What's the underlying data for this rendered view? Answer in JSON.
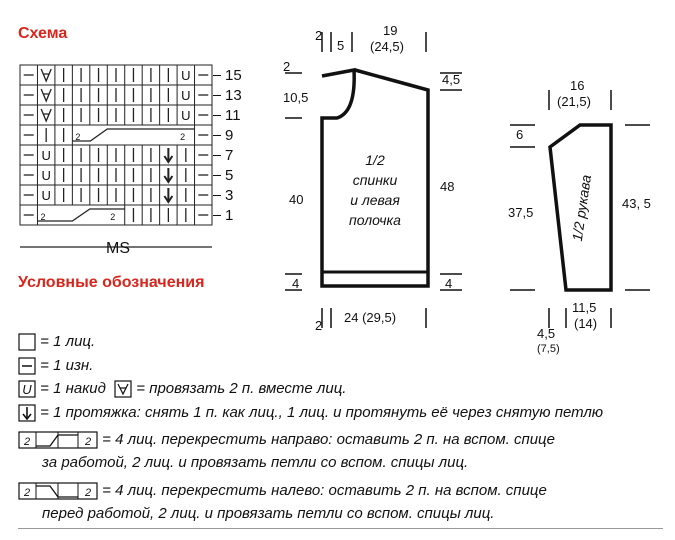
{
  "scheme": {
    "title": "Схема",
    "pattern_label": "MS",
    "row_numbers": [
      "15",
      "13",
      "11",
      "9",
      "7",
      "5",
      "3",
      "1"
    ],
    "cable_count": "2"
  },
  "legend": {
    "title": "Условные обозначения",
    "knit": "= 1 лиц.",
    "purl": "= 1 изн.",
    "yarn_over_symbol": "U",
    "yarn_over": "= 1 накид",
    "k2tog": "= провязать 2 п. вместе лиц.",
    "pull_through": "= 1 протяжка: снять 1 п. как лиц., 1 лиц. и протянуть её через снятую петлю",
    "cross_right_line1": "= 4 лиц. перекрестить направо: оставить 2 п. на вспом. спице",
    "cross_right_line2": "за работой, 2 лиц. и провязать петли со вспом. спицы лиц.",
    "cross_left_line1": "= 4 лиц. перекрестить налево: оставить 2 п. на вспом. спице",
    "cross_left_line2": "перед работой, 2 лиц. и провязать петли со вспом. спицы лиц."
  },
  "back_piece": {
    "label_line1": "1/2",
    "label_line2": "спинки",
    "label_line3": "и левая",
    "label_line4": "полочка",
    "top_neck_a": "2",
    "top_neck_b": "5",
    "top_shoulder": "19",
    "top_shoulder_alt": "(24,5)",
    "left_top": "2",
    "left_neck": "10,5",
    "shoulder_slope": "4,5",
    "left_height": "40",
    "right_height": "48",
    "left_band": "4",
    "right_band": "4",
    "bottom_edge": "2",
    "bottom_width": "24 (29,5)"
  },
  "sleeve": {
    "label_line1": "1/2 рукава",
    "top_width": "16",
    "top_width_alt": "(21,5)",
    "top_slope": "6",
    "left_height": "37,5",
    "right_height": "43, 5",
    "bottom_width": "11,5",
    "bottom_width_alt": "(14)",
    "bottom_offset": "4,5",
    "bottom_offset_alt": "(7,5)"
  }
}
